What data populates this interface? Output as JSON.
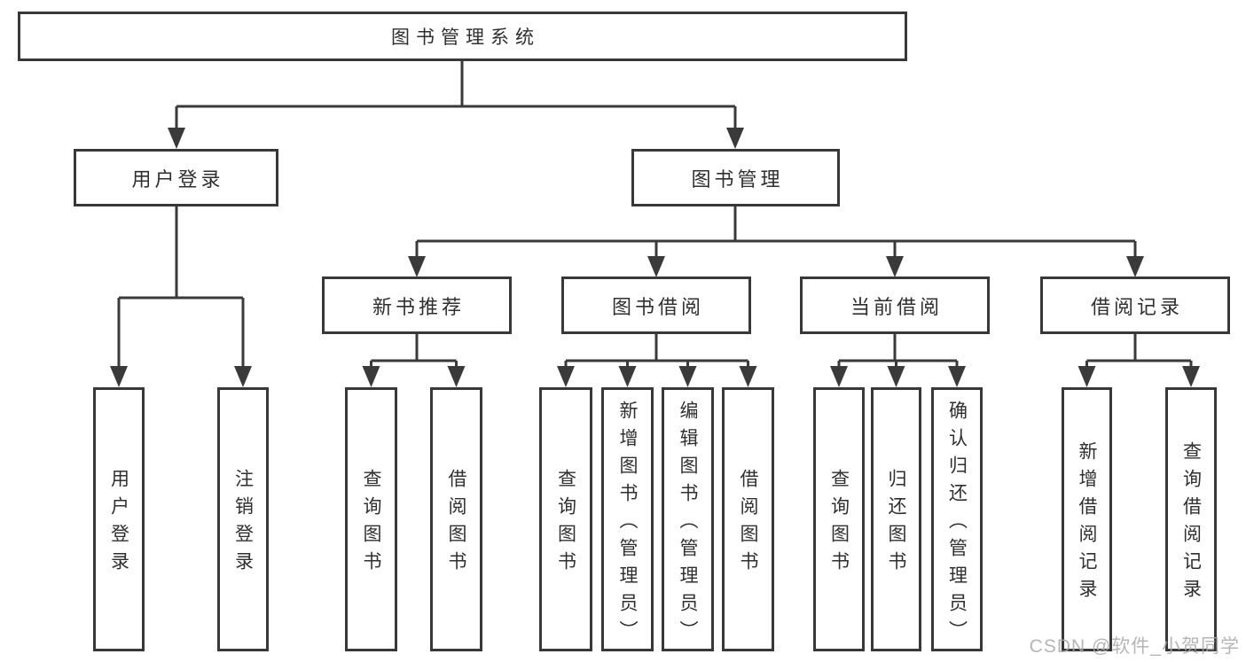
{
  "diagram": {
    "title": "图书管理系统",
    "root": {
      "label": "图书管理系统"
    },
    "level2": [
      {
        "label": "用户登录"
      },
      {
        "label": "图书管理"
      }
    ],
    "level3": [
      {
        "label": "新书推荐"
      },
      {
        "label": "图书借阅"
      },
      {
        "label": "当前借阅"
      },
      {
        "label": "借阅记录"
      }
    ],
    "leaves": [
      {
        "label": "用户登录",
        "parent": "用户登录"
      },
      {
        "label": "注销登录",
        "parent": "用户登录"
      },
      {
        "label": "查询图书",
        "parent": "新书推荐"
      },
      {
        "label": "借阅图书",
        "parent": "新书推荐"
      },
      {
        "label": "查询图书",
        "parent": "图书借阅"
      },
      {
        "label": "新增图书（管理员）",
        "parent": "图书借阅"
      },
      {
        "label": "编辑图书（管理员）",
        "parent": "图书借阅"
      },
      {
        "label": "借阅图书",
        "parent": "图书借阅"
      },
      {
        "label": "查询图书",
        "parent": "当前借阅"
      },
      {
        "label": "归还图书",
        "parent": "当前借阅"
      },
      {
        "label": "确认归还（管理员）",
        "parent": "当前借阅"
      },
      {
        "label": "新增借阅记录",
        "parent": "借阅记录"
      },
      {
        "label": "查询借阅记录",
        "parent": "借阅记录"
      }
    ],
    "colors": {
      "line": "#3a3a3a",
      "border": "#383838",
      "text": "#2f2f2f",
      "background": "#ffffff",
      "watermark": "#a9a9a9"
    }
  },
  "watermark": "CSDN @软件_小贺同学"
}
